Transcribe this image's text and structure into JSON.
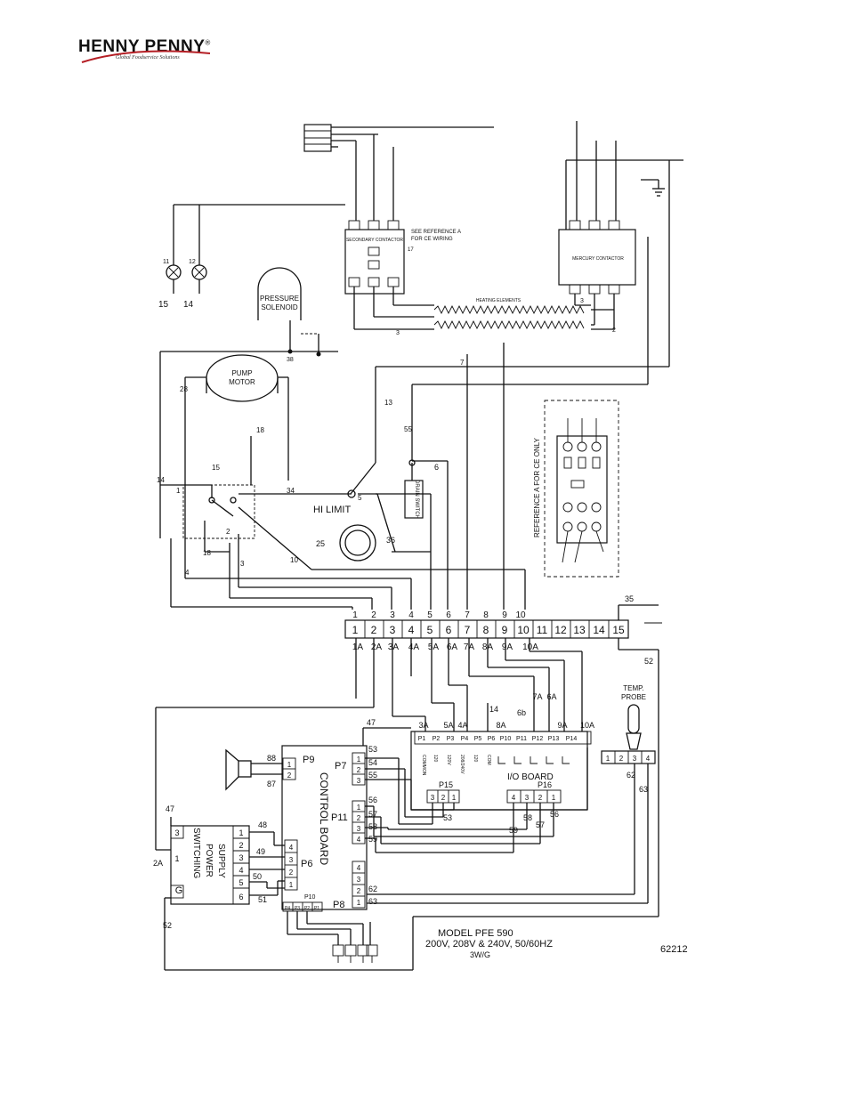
{
  "header": {
    "brand": "HENNY PENNY",
    "registered": "®",
    "tagline": "Global Foodservice Solutions"
  },
  "components": {
    "pressure_solenoid": [
      "PRESSURE",
      "SOLENOID"
    ],
    "pump_motor": [
      "PUMP",
      "MOTOR"
    ],
    "hi_limit": "HI LIMIT",
    "drain_switch": "DRAIN SWITCH",
    "secondary_contactor": "SECONDARY CONTACTOR",
    "mercury_contactor": "MERCURY CONTACTOR",
    "heating_elements": "HEATING ELEMENTS",
    "reference_ce_top": [
      "SEE REFERENCE A",
      "FOR CE WIRING"
    ],
    "reference_ce_side": "REFERENCE A FOR CE ONLY",
    "temp_probe": [
      "TEMP.",
      "PROBE"
    ],
    "io_board": "I/O BOARD",
    "control_board": "CONTROL BOARD",
    "switching_power_supply": [
      "SWITCHING",
      "POWER",
      "SUPPLY"
    ]
  },
  "wire_labels": {
    "lamp_left": [
      "11",
      "15"
    ],
    "lamp_right": [
      "12",
      "14"
    ],
    "w13": "13",
    "w55": "55",
    "w6": "6",
    "w7": "7",
    "w28": "28",
    "w18a": "18",
    "w15": "15",
    "w14": "14",
    "w1": "1",
    "w34": "34",
    "w5": "5",
    "w18b": "18",
    "w2": "2",
    "w3": "3",
    "w10": "10",
    "w4": "4",
    "w25": "25",
    "w36": "36",
    "w35": "35",
    "w52a": "52",
    "w47a": "47",
    "w47b": "47",
    "w2A": "2A",
    "w52b": "52",
    "w14b": "14",
    "w62": "62",
    "w63": "63",
    "w53": "53",
    "w58": "58",
    "w57": "57",
    "w56": "56",
    "w59": "59",
    "w48": "48",
    "w49": "49",
    "w50": "50",
    "w51": "51",
    "w88": "88",
    "w87": "87"
  },
  "terminal_strip": {
    "top_numbers": [
      "1",
      "2",
      "3",
      "4",
      "5",
      "6",
      "7",
      "8",
      "9",
      "10"
    ],
    "terminals": [
      "1",
      "2",
      "3",
      "4",
      "5",
      "6",
      "7",
      "8",
      "9",
      "10",
      "11",
      "12",
      "13",
      "14",
      "15"
    ],
    "bottom_labels": [
      "1A",
      "2A",
      "3A",
      "4A",
      "5A",
      "6A",
      "7A",
      "8A",
      "9A",
      "10A"
    ]
  },
  "io_board": {
    "top_labels": [
      "3A",
      "5A",
      "4A",
      "6A",
      "7A",
      "8A",
      "6b",
      "9A",
      "10A"
    ],
    "pins": [
      "P1",
      "P2",
      "P3",
      "P4",
      "P5",
      "P6",
      "P10",
      "P11",
      "P12",
      "P13",
      "P14"
    ],
    "vert_labels": [
      "COMMON",
      "120",
      "120V",
      "208/240V",
      "120",
      "COM"
    ],
    "p15_label": "P15",
    "p15_pins": [
      "3",
      "2",
      "1"
    ],
    "p16_label": "P16",
    "p16_pins": [
      "4",
      "3",
      "2",
      "1"
    ]
  },
  "control_board": {
    "p9": "P9",
    "p9_pins": [
      "1",
      "2"
    ],
    "p7": "P7",
    "p7_pins": [
      "1",
      "2",
      "3"
    ],
    "p7_wires": [
      "53",
      "54",
      "55"
    ],
    "p11": "P11",
    "p11_pins": [
      "1",
      "2",
      "3",
      "4"
    ],
    "p11_wires": [
      "56",
      "57",
      "58",
      "59"
    ],
    "p6": "P6",
    "p6_pins": [
      "4",
      "3",
      "2",
      "1"
    ],
    "p8": "P8",
    "p8_pins": [
      "4",
      "3",
      "2",
      "1"
    ],
    "p8_wires": [
      "62",
      "63"
    ],
    "p10": "P10",
    "p10_pins": [
      "P4",
      "P3",
      "P2",
      "P1"
    ]
  },
  "power_supply": {
    "pins": [
      "1",
      "2",
      "3",
      "4",
      "5",
      "6"
    ],
    "left_pins": [
      "3",
      "1"
    ],
    "ground": "G"
  },
  "temp_probe_pins": [
    "1",
    "2",
    "3",
    "4"
  ],
  "title_block": {
    "model": "MODEL PFE 590",
    "voltage": "200V, 208V & 240V,  50/60HZ",
    "type": "3W/G",
    "drawing_number": "62212"
  }
}
